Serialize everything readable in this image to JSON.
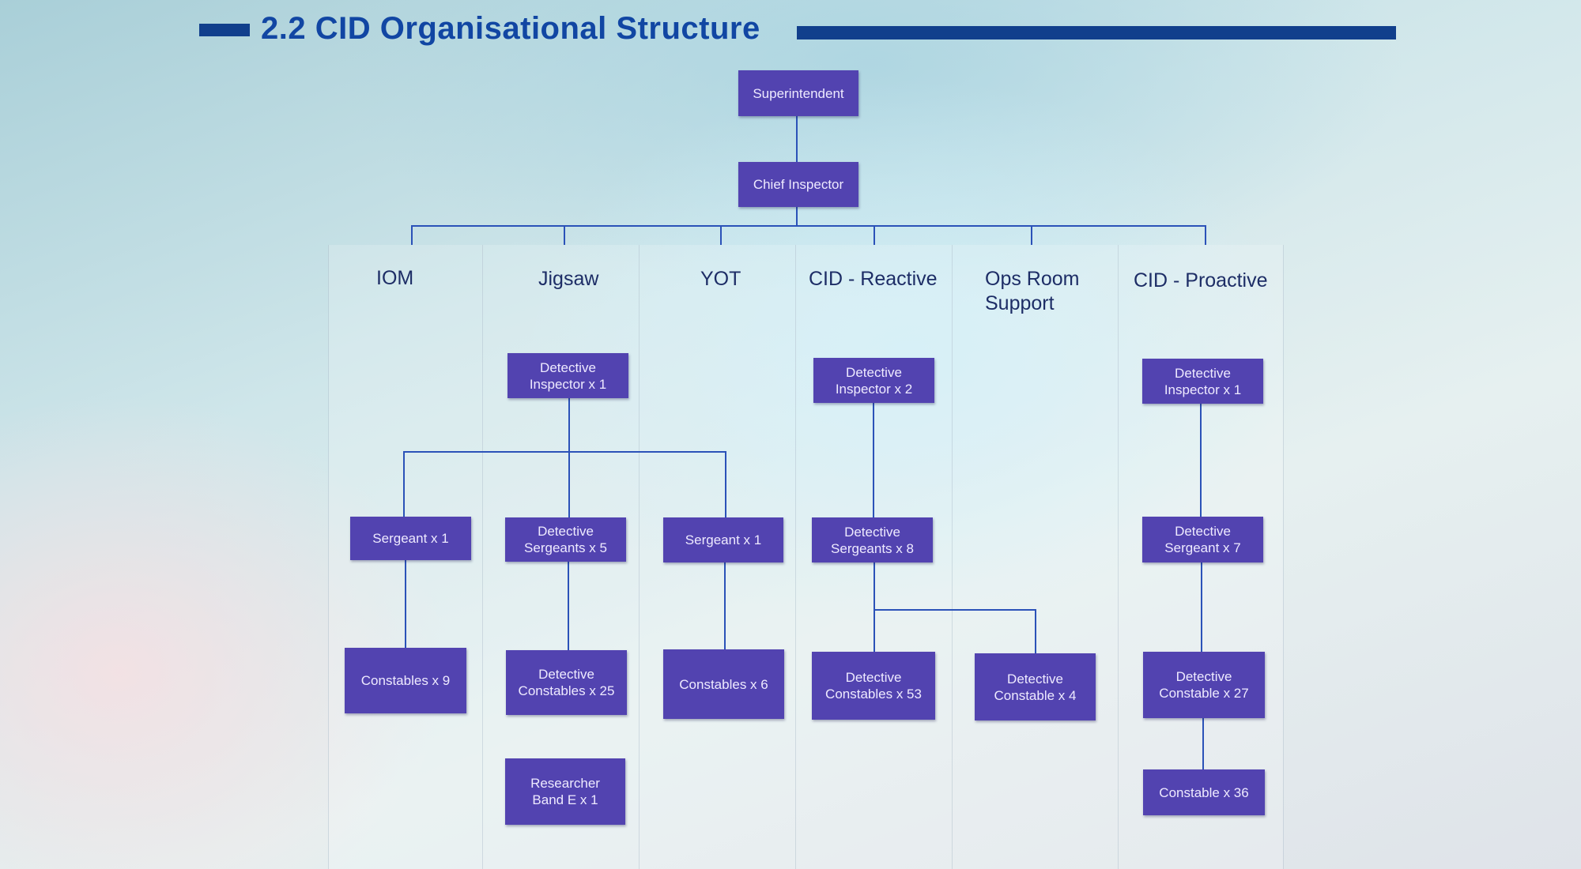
{
  "title": "2.2  CID Organisational Structure",
  "columns": {
    "iom": "IOM",
    "jigsaw": "Jigsaw",
    "yot": "YOT",
    "reactive": "CID - Reactive",
    "ops": "Ops Room\nSupport",
    "proactive": "CID - Proactive"
  },
  "nodes": {
    "superintendent": "Superintendent",
    "chief_inspector": "Chief Inspector",
    "iom_sergeant": "Sergeant x 1",
    "iom_constables": "Constables x 9",
    "jigsaw_di": "Detective\nInspector  x 1",
    "jigsaw_ds": "Detective\nSergeants x 5",
    "jigsaw_dc": "Detective\nConstables x 25",
    "jigsaw_researcher": "Researcher\nBand E x 1",
    "yot_sergeant": "Sergeant x 1",
    "yot_constables": "Constables x 6",
    "reactive_di": "Detective\nInspector  x 2",
    "reactive_ds": "Detective\nSergeants x 8",
    "reactive_dc": "Detective\nConstables x 53",
    "ops_dc": "Detective\nConstable x 4",
    "proactive_di": "Detective\nInspector  x 1",
    "proactive_ds": "Detective\nSergeant x 7",
    "proactive_dc": "Detective\nConstable x 27",
    "proactive_constable": "Constable x 36"
  },
  "colors": {
    "node": "#5243b0",
    "connector": "#2b52b8",
    "title": "#1146a3"
  }
}
